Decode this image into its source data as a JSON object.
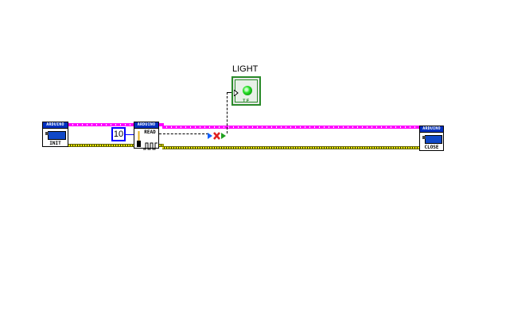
{
  "diagram": {
    "nodes": {
      "init": {
        "banner": "ARDUINO",
        "label": "INIT"
      },
      "read": {
        "banner": "ARDUINO",
        "label": "READ"
      },
      "close": {
        "banner": "ARDUINO",
        "label": "CLOSE"
      }
    },
    "constant": {
      "value": "10"
    },
    "indicator": {
      "label": "LIGHT",
      "type_label": "TF"
    },
    "colors": {
      "resource_wire": "#ff00ff",
      "error_wire": "#cccc00",
      "banner": "#0030c0",
      "numeric_constant": "#0000ff",
      "boolean": "#2a8a2a"
    }
  }
}
